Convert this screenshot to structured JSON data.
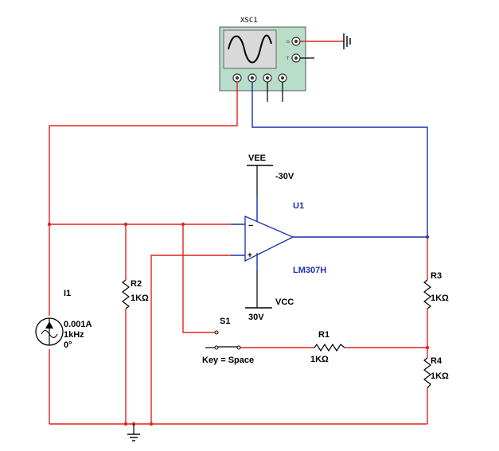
{
  "oscilloscope": {
    "ref": "XSC1",
    "pin_g": "G",
    "pin_t": "T"
  },
  "opamp": {
    "ref": "U1",
    "model": "LM307H"
  },
  "vee": {
    "name": "VEE",
    "value": "-30V"
  },
  "vcc": {
    "name": "VCC",
    "value": "30V"
  },
  "source": {
    "ref": "I1",
    "amplitude": "0.001A",
    "frequency": "1kHz",
    "phase": "0°"
  },
  "r1": {
    "ref": "R1",
    "value": "1KΩ"
  },
  "r2": {
    "ref": "R2",
    "value": "1KΩ"
  },
  "r3": {
    "ref": "R3",
    "value": "1KΩ"
  },
  "r4": {
    "ref": "R4",
    "value": "1KΩ"
  },
  "switch": {
    "ref": "S1",
    "key": "Key = Space"
  },
  "colors": {
    "wire_red": "#e0231c",
    "wire_blue": "#1a2fb0",
    "scope_body": "#b8ddc8",
    "scope_screen": "#d9d9d9"
  }
}
